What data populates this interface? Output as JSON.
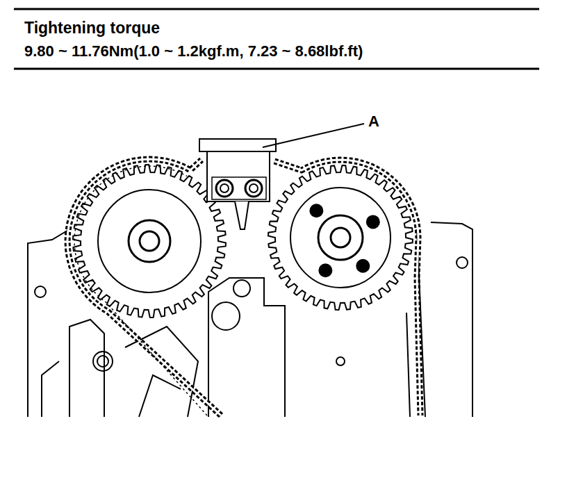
{
  "diagram": {
    "title": "Tightening torque",
    "labels": [
      "9.80 ~ 11.76Nm(1.0 ~ 1.2kgf.m, 7.23 ~ 8.68lbf.ft)",
      "A"
    ]
  }
}
